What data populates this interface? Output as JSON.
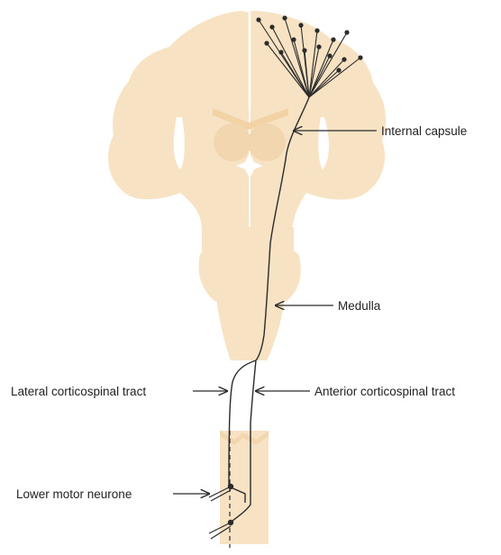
{
  "labels": {
    "internal_capsule": "Internal capsule",
    "medulla": "Medulla",
    "lateral_tract": "Lateral corticospinal tract",
    "anterior_tract": "Anterior corticospinal tract",
    "lower_motor_neurone": "Lower motor neurone"
  },
  "colors": {
    "tissue": "#f7e3c4",
    "tissue_dark": "#f2d6b0",
    "ventricle": "#ffffff",
    "pathway": "#2b2b2b",
    "text": "#222222"
  }
}
